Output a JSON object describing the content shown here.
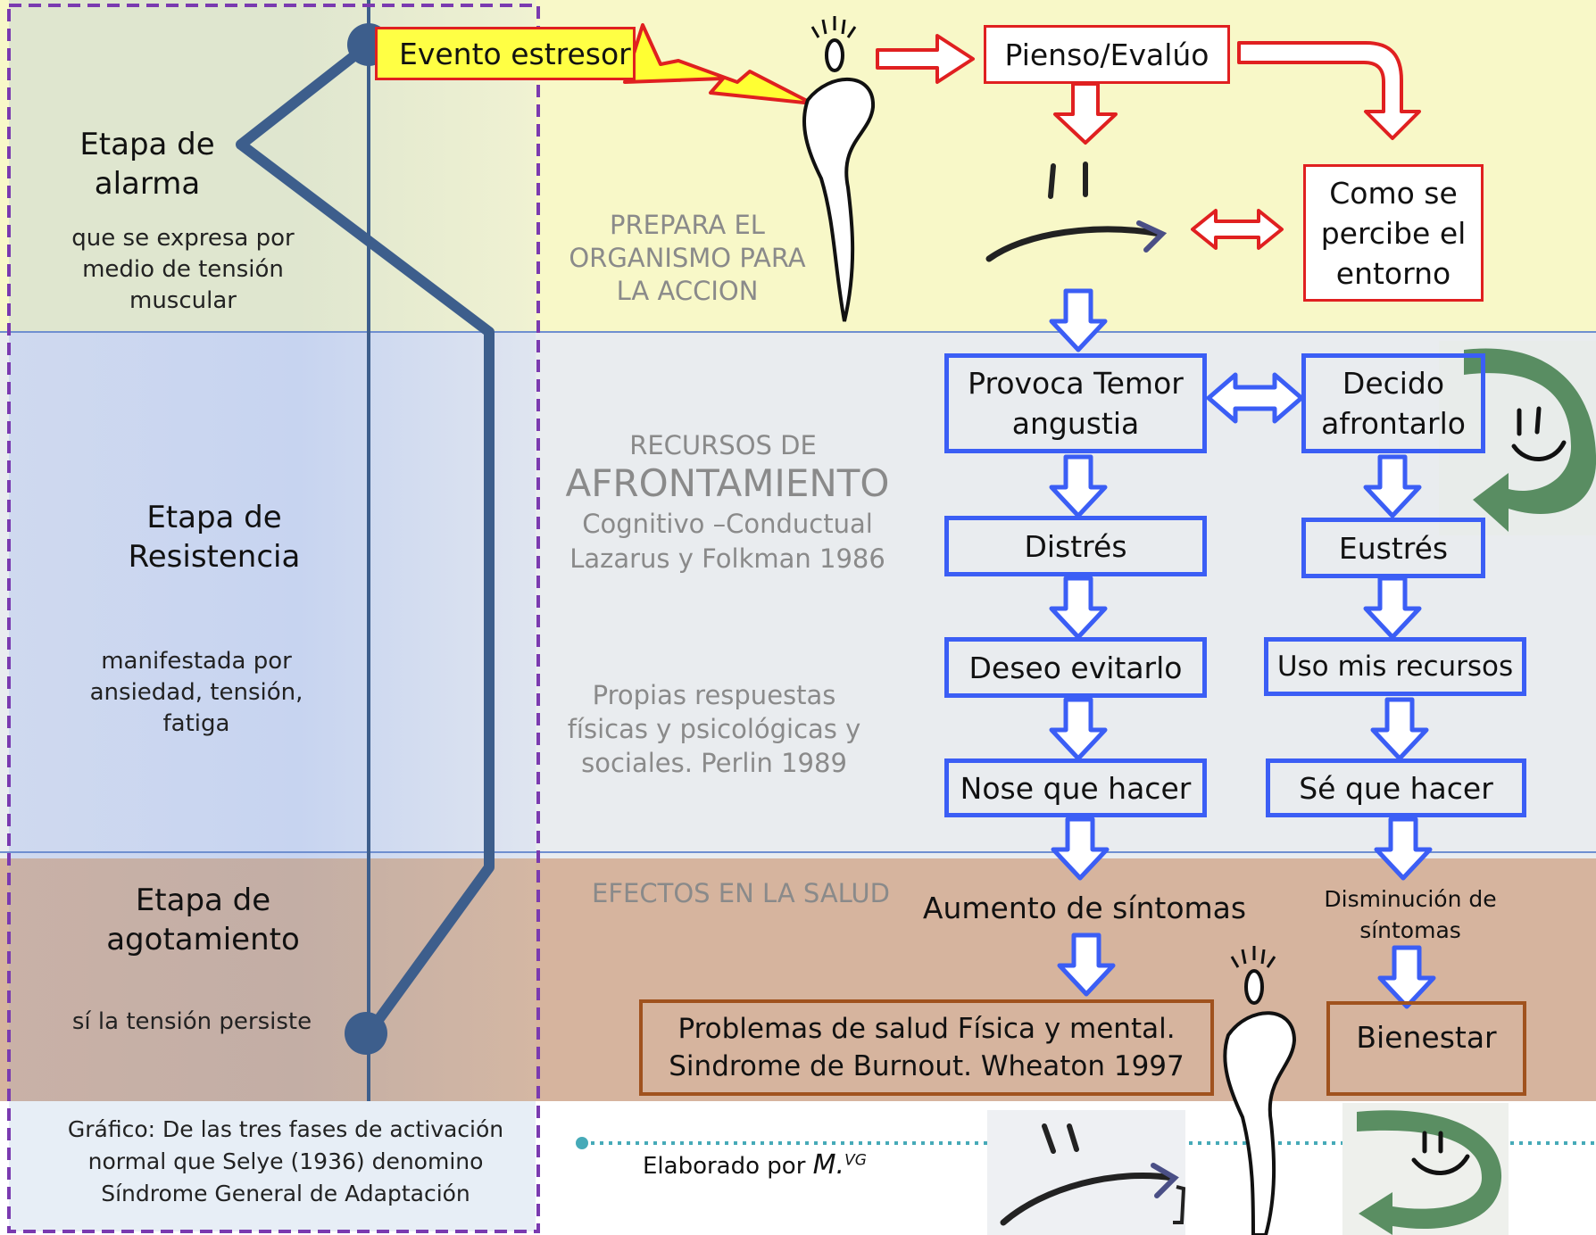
{
  "colors": {
    "alarm_band": "#f8f8c8",
    "resistance_band": "#e9ecef",
    "exhaustion_band": "#d6b49e",
    "blue": "#3b5ef5",
    "red": "#e02020",
    "brown": "#a0521e",
    "timeline": "#3d5e8c",
    "dashed_border": "#7a3ab0",
    "teal": "#46aab8"
  },
  "stages": {
    "alarm": {
      "title_line1": "Etapa de",
      "title_line2": "alarma",
      "desc_line1": "que se expresa por",
      "desc_line2": "medio de tensión",
      "desc_line3": "muscular"
    },
    "resistance": {
      "title_line1": "Etapa de",
      "title_line2": "Resistencia",
      "desc_line1": "manifestada por",
      "desc_line2": "ansiedad, tensión,",
      "desc_line3": "fatiga"
    },
    "exhaustion": {
      "title_line1": "Etapa de",
      "title_line2": "agotamiento",
      "desc": "sí la tensión persiste"
    }
  },
  "caption": {
    "line1": "Gráfico: De las tres fases de activación",
    "line2": "normal que Selye (1936) denomino",
    "line3": "Síndrome General de Adaptación"
  },
  "credit": {
    "text": "Elaborado por",
    "author": "M.",
    "author_sup": "VG"
  },
  "event": {
    "label": "Evento estresor"
  },
  "notes": {
    "prepara_line1": "PREPARA EL",
    "prepara_line2": "ORGANISMO PARA",
    "prepara_line3": "LA ACCION",
    "recursos": "RECURSOS DE",
    "afrontamiento": "AFRONTAMIENTO",
    "cognitivo": "Cognitivo –Conductual",
    "lazarus": "Lazarus y Folkman 1986",
    "propias_line1": "Propias respuestas",
    "propias_line2": "físicas y psicológicas y",
    "propias_line3": "sociales. Perlin 1989",
    "efectos": "EFECTOS EN LA SALUD"
  },
  "boxes": {
    "pienso": "Pienso/Evalúo",
    "entorno_line1": "Como se",
    "entorno_line2": "percibe el",
    "entorno_line3": "entorno",
    "temor_line1": "Provoca Temor",
    "temor_line2": "angustia",
    "decido_line1": "Decido",
    "decido_line2": "afrontarlo",
    "distres": "Distrés",
    "eustres": "Eustrés",
    "deseo": "Deseo evitarlo",
    "uso": "Uso mis recursos",
    "nose": "Nose que hacer",
    "se": "Sé que hacer",
    "aumento": "Aumento de síntomas",
    "disminucion_line1": "Disminución de",
    "disminucion_line2": "síntomas",
    "problemas_line1": "Problemas de salud Física y mental.",
    "problemas_line2": "Sindrome de Burnout. Wheaton 1997",
    "bienestar": "Bienestar"
  }
}
